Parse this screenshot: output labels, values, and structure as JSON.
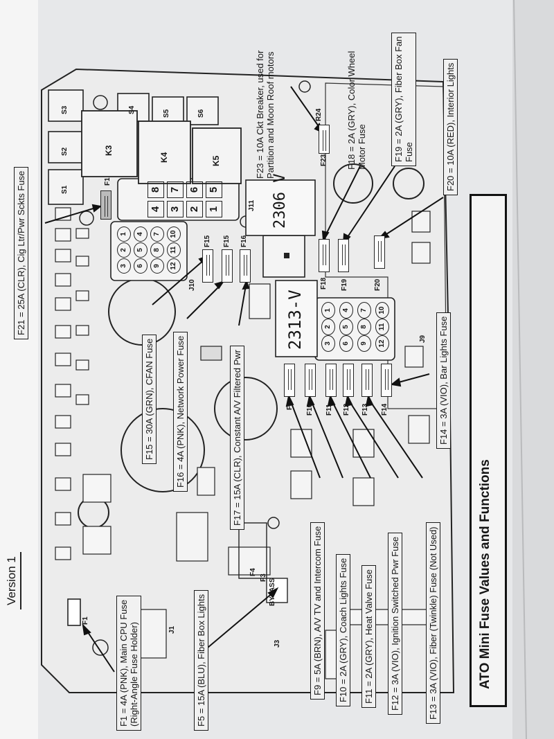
{
  "version_label": "Version 1",
  "page_title": "ATO Mini Fuse Values and Functions",
  "fuse_callouts": {
    "f1": "F1 = 4A (PNK), Main CPU Fuse",
    "f1_note": "(Right-Angle Fuse Holder)",
    "f5": "F5 = 15A (BLU),  Fiber Box Lights",
    "f9": "F9 = 5A (BRN),  A/V TV and Intercom Fuse",
    "f10": "F10 = 2A (GRY),  Coach Lights Fuse",
    "f11": "F11 = 2A (GRY),  Heat Valve Fuse",
    "f12": "F12 = 3A (VIO),  Ignition Switched Pwr Fuse",
    "f13": "F13 = 3A (VIO),  Fiber (Twinkle) Fuse (Not Used)",
    "f14": "F14 = 3A (VIO),  Bar Lights Fuse",
    "f15": "F15 = 30A (GRN),  CFAN Fuse",
    "f16": "F16 = 4A (PNK),  Network Power Fuse",
    "f17": "F17 = 15A (CLR),  Constant A/V Filtered Pwr",
    "f18": "F18 = 2A (GRY),  Color Wheel",
    "f18_line2": "Motor Fuse",
    "f19": "F19 = 2A (GRY),  Fiber Box Fan",
    "f19_line2": "Fuse",
    "f20": "F20 = 10A (RED),  Interior Lights",
    "f21": "F21 = 25A (CLR),  Cig Ltr/Pwr Sckts Fuse",
    "f23": "F23 = 10A Ckt Breaker,  used for",
    "f23_line2": "Partition and Moon Roof motors"
  },
  "board_labels": {
    "f1": "F1",
    "f3": "F3",
    "f4": "F4",
    "bypass": "BYPASS",
    "f9": "F9",
    "f10": "F10",
    "f11": "F11",
    "f12": "F12",
    "f13": "F13",
    "f14": "F14",
    "f15a": "F15",
    "f15b": "F15",
    "f16": "F16",
    "f18": "F18",
    "f19": "F19",
    "f20": "F20",
    "f23": "F23",
    "r24": "R24",
    "f1_top": "F1",
    "j1": "J1",
    "j3": "J3",
    "j9": "J9",
    "j10": "J10",
    "j11": "J11",
    "s1": "S1",
    "s2": "S2",
    "s3": "S3",
    "s4": "S4",
    "s5": "S5",
    "s6": "S6",
    "k3": "K3",
    "k4": "K4",
    "k5": "K5",
    "part_a": "2313-V",
    "part_b": "2306  V"
  },
  "pin_numbers_a": [
    "12",
    "11",
    "10",
    "9",
    "8",
    "7",
    "6",
    "5",
    "4",
    "3",
    "2",
    "1"
  ],
  "pin_numbers_b": [
    "12",
    "11",
    "10",
    "9",
    "8",
    "7",
    "6",
    "5",
    "4",
    "3",
    "2",
    "1"
  ],
  "j11_digits": [
    "8",
    "7",
    "6",
    "5",
    "4",
    "3",
    "2",
    "1"
  ]
}
